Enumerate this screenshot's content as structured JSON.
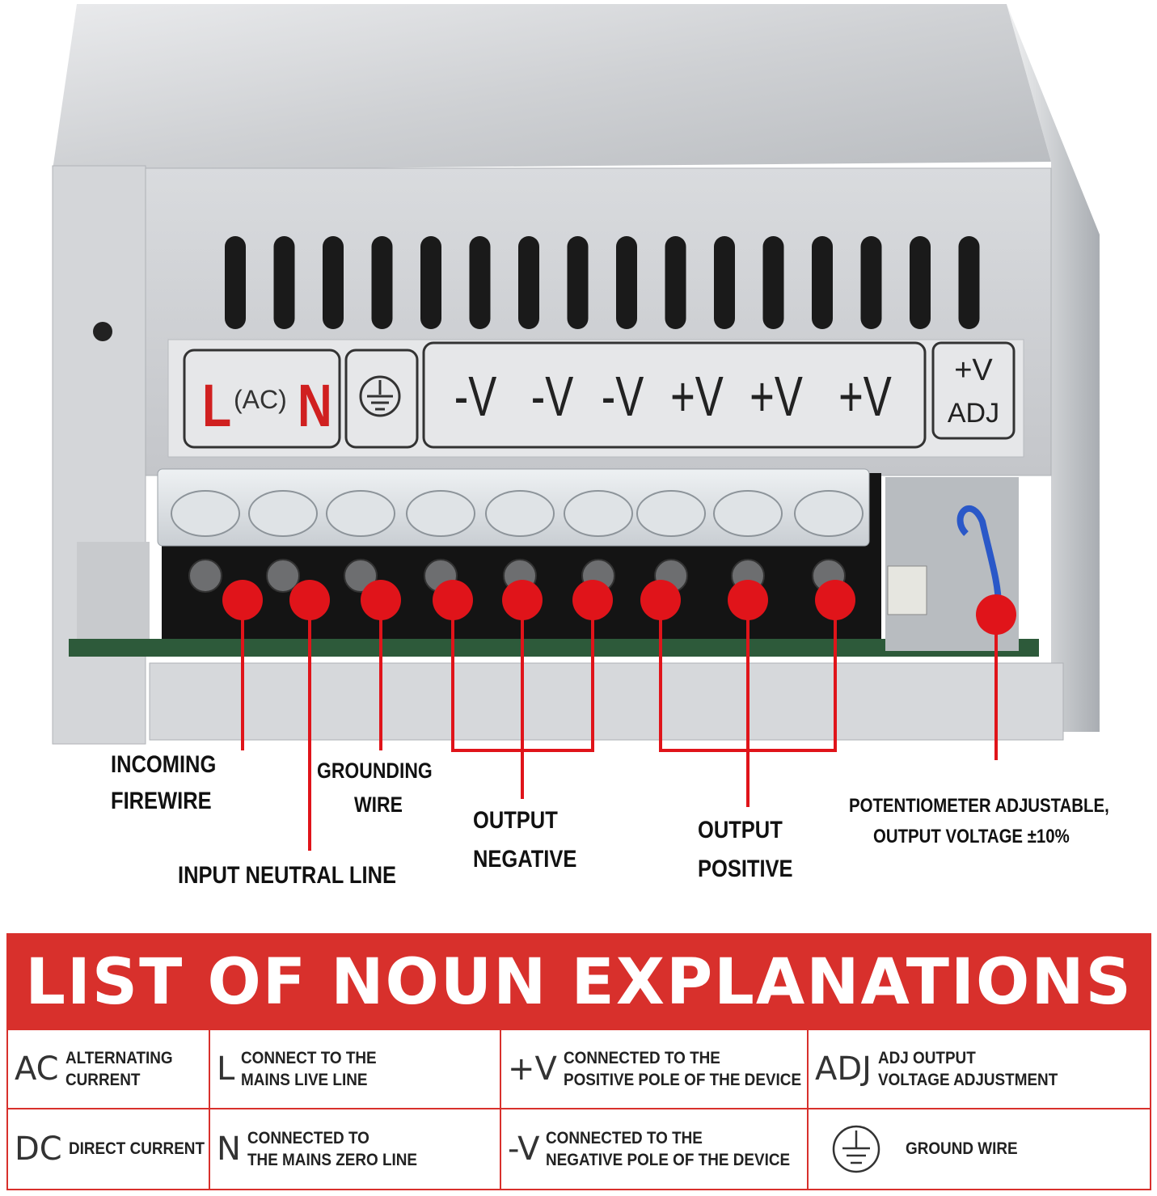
{
  "colors": {
    "accent_red": "#d8302c",
    "dot_red": "#e0141a",
    "label_red": "#d02020"
  },
  "panel": {
    "live": "L",
    "ac": "(AC)",
    "neutral": "N",
    "ground_icon": "ground-symbol-icon",
    "terminals": [
      "-V",
      "-V",
      "-V",
      "+V",
      "+V",
      "+V"
    ],
    "adj_top": "+V",
    "adj_bottom": "ADJ"
  },
  "callouts": {
    "incoming_1": "INCOMING",
    "incoming_2": "FIREWIRE",
    "neutral": "INPUT NEUTRAL LINE",
    "grounding_1": "GROUNDING",
    "grounding_2": "WIRE",
    "neg_1": "OUTPUT",
    "neg_2": "NEGATIVE",
    "pos_1": "OUTPUT",
    "pos_2": "POSITIVE",
    "pot_1": "POTENTIOMETER ADJUSTABLE,",
    "pot_2": "OUTPUT VOLTAGE ±10%"
  },
  "legend": {
    "title": "LIST OF NOUN EXPLANATIONS",
    "cells": [
      {
        "abbr": "AC",
        "line1": "ALTERNATING",
        "line2": "CURRENT"
      },
      {
        "abbr": "L",
        "line1": "CONNECT TO THE",
        "line2": "MAINS LIVE LINE"
      },
      {
        "abbr": "+V",
        "line1": "CONNECTED TO THE",
        "line2": "POSITIVE POLE OF THE DEVICE"
      },
      {
        "abbr": "ADJ",
        "line1": "ADJ OUTPUT",
        "line2": "VOLTAGE ADJUSTMENT"
      },
      {
        "abbr": "DC",
        "line1": "DIRECT CURRENT",
        "line2": ""
      },
      {
        "abbr": "N",
        "line1": "CONNECTED TO",
        "line2": "THE MAINS ZERO LINE"
      },
      {
        "abbr": "-V",
        "line1": "CONNECTED TO THE",
        "line2": "NEGATIVE POLE OF THE DEVICE"
      },
      {
        "abbr": "",
        "icon": "ground-symbol-icon",
        "line1": "GROUND WIRE",
        "line2": ""
      }
    ]
  }
}
